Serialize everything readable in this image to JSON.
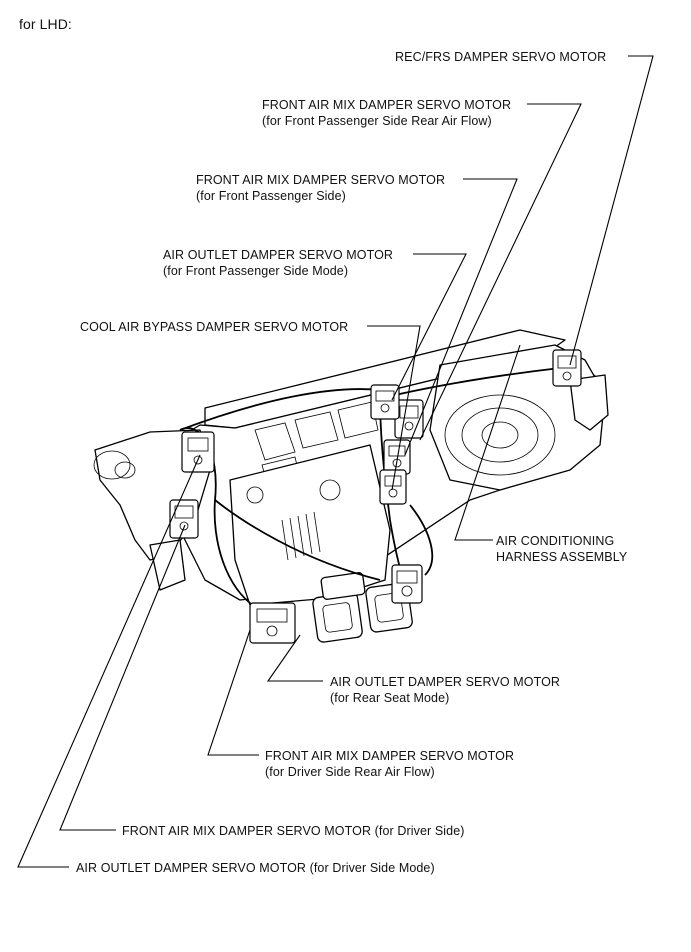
{
  "header": {
    "text": "for LHD:"
  },
  "labels": {
    "rec_frs": {
      "line1": "REC/FRS DAMPER SERVO MOTOR"
    },
    "fam_fp_rear": {
      "line1": "FRONT AIR MIX DAMPER SERVO MOTOR",
      "line2": "(for Front Passenger Side Rear Air Flow)"
    },
    "fam_fp": {
      "line1": "FRONT AIR MIX DAMPER SERVO MOTOR",
      "line2": "(for Front Passenger Side)"
    },
    "aod_fp_mode": {
      "line1": "AIR OUTLET DAMPER SERVO MOTOR",
      "line2": "(for Front Passenger Side Mode)"
    },
    "cool_bypass": {
      "line1": "COOL AIR BYPASS DAMPER SERVO MOTOR"
    },
    "ac_harness": {
      "line1": "AIR CONDITIONING",
      "line2": "HARNESS ASSEMBLY"
    },
    "aod_rear": {
      "line1": "AIR OUTLET DAMPER SERVO MOTOR",
      "line2": "(for Rear Seat Mode)"
    },
    "fam_dr_rear": {
      "line1": "FRONT AIR MIX DAMPER SERVO MOTOR",
      "line2": "(for Driver Side Rear Air Flow)"
    },
    "fam_dr": {
      "line1": "FRONT AIR MIX DAMPER SERVO MOTOR (for Driver Side)"
    },
    "aod_dr_mode": {
      "line1": "AIR OUTLET DAMPER SERVO MOTOR (for Driver Side Mode)"
    }
  }
}
